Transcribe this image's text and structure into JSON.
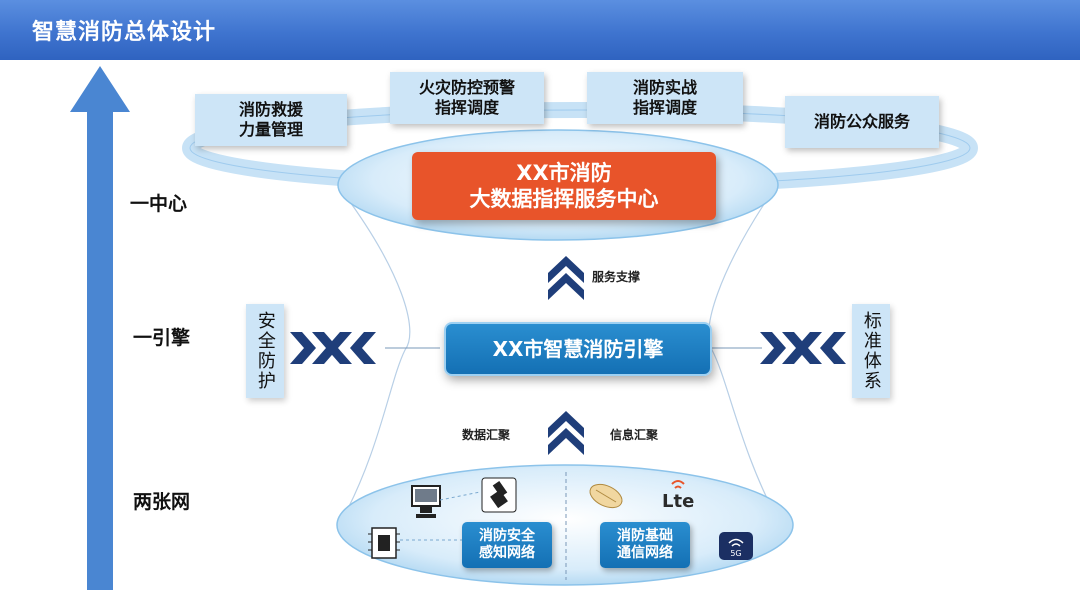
{
  "header": {
    "title": "智慧消防总体设计"
  },
  "levels": {
    "center": "一中心",
    "engine": "一引擎",
    "networks": "两张网"
  },
  "top_services": [
    {
      "label": "消防救援\n力量管理"
    },
    {
      "label": "火灾防控预警\n指挥调度"
    },
    {
      "label": "消防实战\n指挥调度"
    },
    {
      "label": "消防公众服务"
    }
  ],
  "center": {
    "line1": "XX市消防",
    "line2": "大数据指挥服务中心"
  },
  "service_support": "服务支撑",
  "engine": {
    "label": "XX市智慧消防引擎"
  },
  "left_side": {
    "label": "安全防护"
  },
  "right_side": {
    "label": "标准体系"
  },
  "data_gather": "数据汇聚",
  "info_gather": "信息汇聚",
  "networks": {
    "left": {
      "line1": "消防安全",
      "line2": "感知网络"
    },
    "right": {
      "line1": "消防基础",
      "line2": "通信网络"
    }
  },
  "icons": {
    "lte": "Lte",
    "fiveg": "5G"
  },
  "colors": {
    "accent": "#1470b4",
    "center": "#e8542a",
    "arrow": "#4a86d2",
    "ring": "#cfe6f8"
  }
}
